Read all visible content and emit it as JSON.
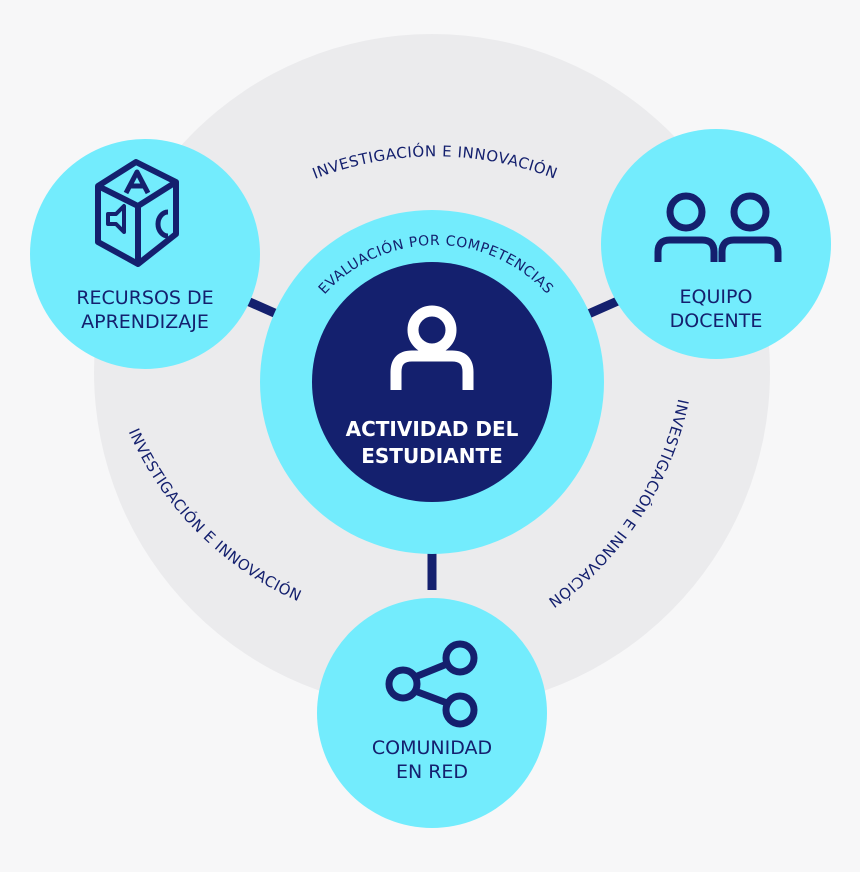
{
  "center": {
    "line1": "ACTIVIDAD DEL",
    "line2": "ESTUDIANTE",
    "icon": "person-icon"
  },
  "inner_ring_label": "EVALUACIÓN POR COMPETENCIAS",
  "outer_ring_labels": {
    "top": "INVESTIGACIÓN E INNOVACIÓN",
    "left": "INVESTIGACIÓN E INNOVACIÓN",
    "right": "INVESTIGACIÓN E INNOVACIÓN"
  },
  "nodes": {
    "resources": {
      "line1": "RECURSOS DE",
      "line2": "APRENDIZAJE",
      "icon": "abc-block-icon"
    },
    "teachers": {
      "line1": "EQUIPO",
      "line2": "DOCENTE",
      "icon": "people-icon"
    },
    "community": {
      "line1": "COMUNIDAD",
      "line2": "EN RED",
      "icon": "share-network-icon"
    }
  },
  "colors": {
    "background": "#f7f7f8",
    "outer_ring": "#ebebed",
    "light_cyan": "#73ecfd",
    "navy": "#14206e"
  }
}
